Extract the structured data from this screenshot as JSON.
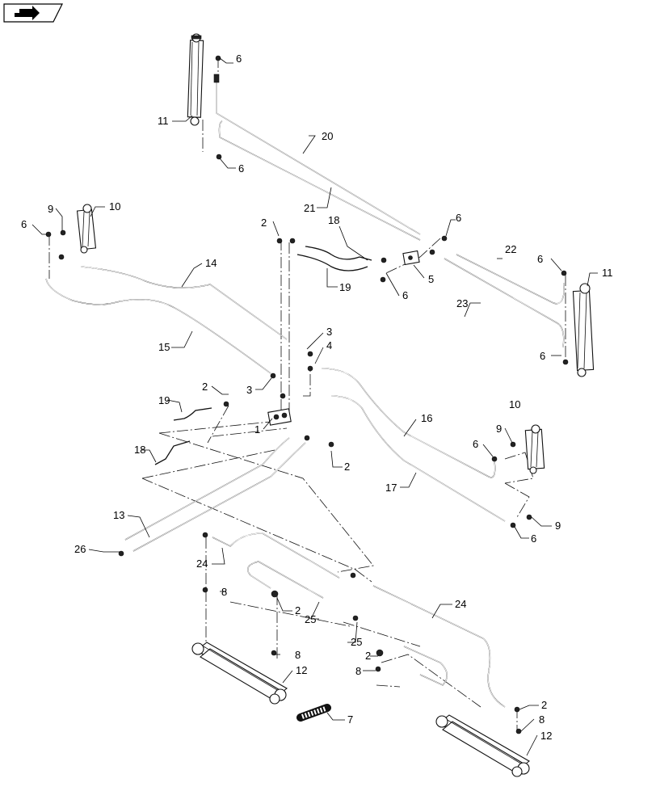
{
  "nav_icon": "next-page-arrow-icon",
  "callouts": [
    "6",
    "11",
    "6",
    "20",
    "21",
    "6",
    "18",
    "2",
    "19",
    "5",
    "6",
    "22",
    "23",
    "6",
    "11",
    "6",
    "9",
    "10",
    "6",
    "14",
    "15",
    "3",
    "3",
    "4",
    "16",
    "17",
    "1",
    "2",
    "19",
    "18",
    "2",
    "6",
    "9",
    "10",
    "9",
    "6",
    "13",
    "26",
    "24",
    "8",
    "2",
    "25",
    "24",
    "25",
    "2",
    "8",
    "8",
    "12",
    "7",
    "2",
    "8",
    "12"
  ]
}
